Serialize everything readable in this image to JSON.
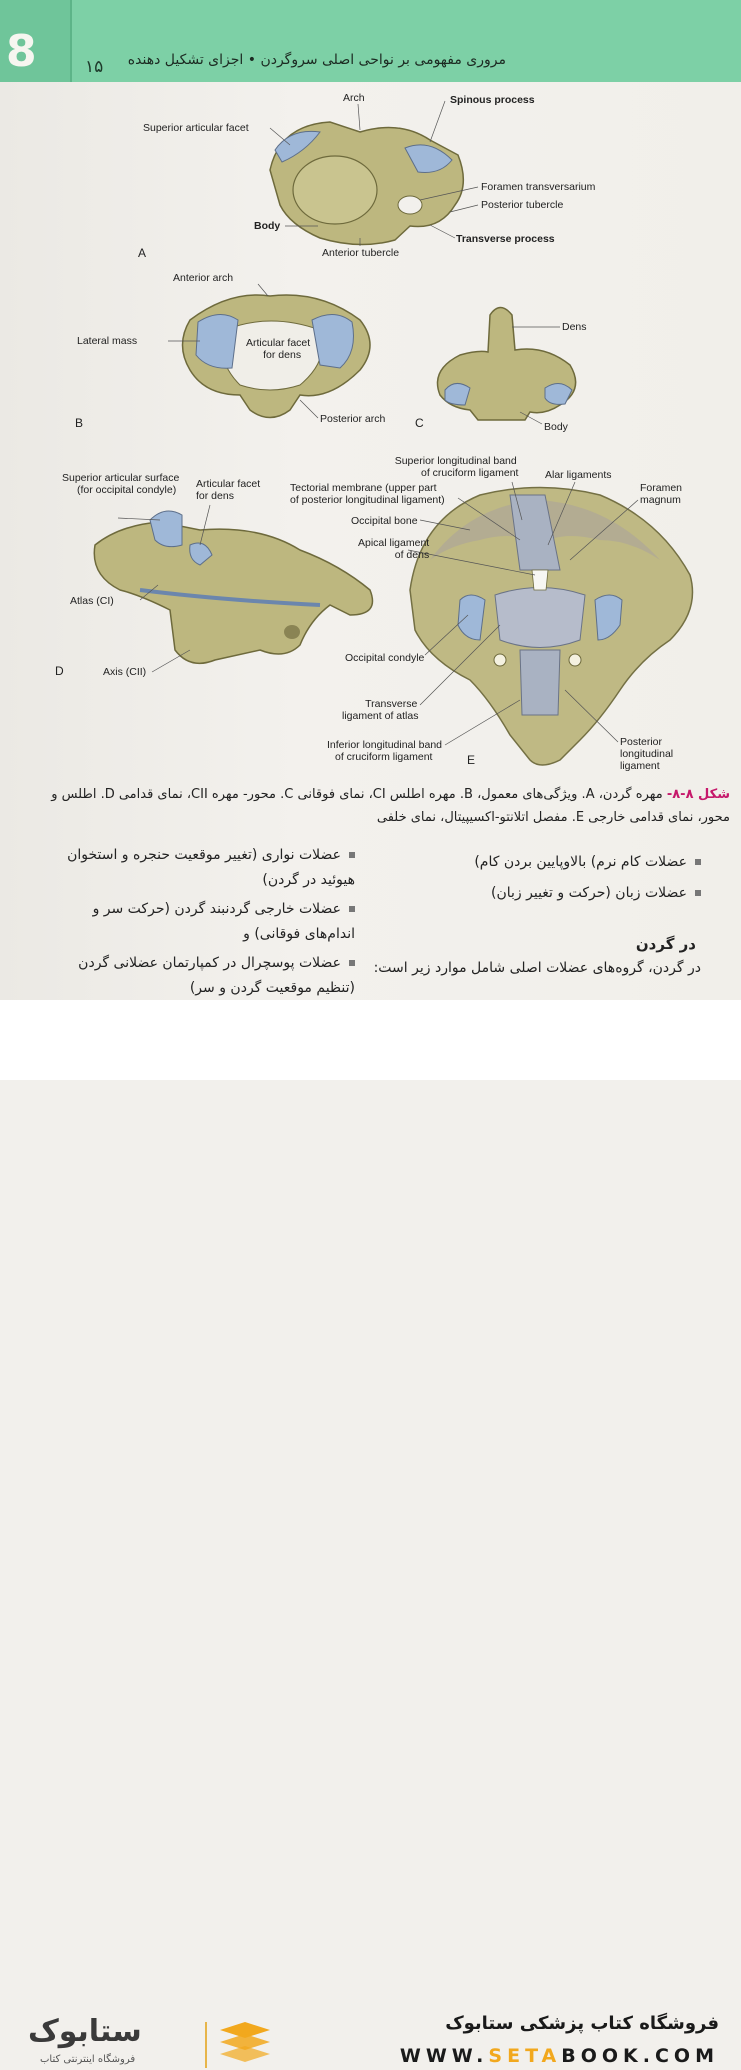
{
  "header": {
    "chapter_number": "8",
    "page_number": "۱۵",
    "running_title": "مروری مفهومی بر نواحی اصلی سروگردن • اجزای تشکیل دهنده"
  },
  "figure": {
    "panels": {
      "a": "A",
      "b": "B",
      "c": "C",
      "d": "D",
      "e": "E"
    },
    "labels_a": {
      "arch": "Arch",
      "spinous": "Spinous process",
      "sup_facet": "Superior articular facet",
      "foramen_trans": "Foramen transversarium",
      "post_tubercle": "Posterior tubercle",
      "body": "Body",
      "trans_process": "Transverse process",
      "ant_tubercle": "Anterior tubercle"
    },
    "labels_b": {
      "ant_arch": "Anterior arch",
      "lateral_mass": "Lateral mass",
      "facet_dens_1": "Articular facet",
      "facet_dens_2": "for dens",
      "post_arch": "Posterior arch"
    },
    "labels_c": {
      "dens": "Dens",
      "body": "Body"
    },
    "labels_d": {
      "sup_surface_1": "Superior articular surface",
      "sup_surface_2": "(for occipital condyle)",
      "facet_dens_1": "Articular facet",
      "facet_dens_2": "for dens",
      "atlas": "Atlas (CI)",
      "axis": "Axis (CII)"
    },
    "labels_e": {
      "sup_band_1": "Superior longitudinal band",
      "sup_band_2": "of cruciform ligament",
      "alar": "Alar ligaments",
      "tectorial_1": "Tectorial membrane (upper part",
      "tectorial_2": "of posterior longitudinal ligament)",
      "foramen_1": "Foramen",
      "foramen_2": "magnum",
      "occipital_bone": "Occipital bone",
      "apical_1": "Apical ligament",
      "apical_2": "of dens",
      "occ_condyle": "Occipital condyle",
      "transverse_1": "Transverse",
      "transverse_2": "ligament of atlas",
      "inf_band_1": "Inferior longitudinal band",
      "inf_band_2": "of cruciform ligament",
      "pll_1": "Posterior",
      "pll_2": "longitudinal",
      "pll_3": "ligament"
    }
  },
  "caption": {
    "label": "شکل ۸-۸-",
    "text": " مهره گردن، A. ویژگی‌های معمول، B. مهره اطلس CI، نمای فوقانی C. محور- مهره CII، نمای قدامی D. اطلس و محور، نمای قدامی خارجی E. مفصل اتلانتو-اکسیپیتال، نمای خلفی"
  },
  "bullets_right": [
    "عضلات کام نرم) بالاوپایین بردن کام)",
    "عضلات زبان (حرکت و تغییر زبان)"
  ],
  "bullets_left": [
    "عضلات نواری (تغییر موقعیت حنجره و استخوان هیوئید در گردن)",
    "عضلات خارجی گردنبند گردن (حرکت سر و اندام‌های فوقانی) و",
    "عضلات پوسچرال در کمپارتمان عضلانی گردن (تنظیم موقعیت گردن و سر)"
  ],
  "section": {
    "title": "در گردن",
    "body": "در گردن، گروه‌های عضلات اصلی شامل موارد زیر است:"
  },
  "footer": {
    "store_name": "فروشگاه کتاب پزشکی ستابوک",
    "url_pre": "WWW.",
    "url_hl": "SETA",
    "url_post": "BOOK.COM",
    "brand_logo": "ستابوک",
    "brand_tagline": "فروشگاه اینترنتی کتاب"
  },
  "colors": {
    "header_band": "#7dd0a6",
    "bone": "#bdb77f",
    "cartilage": "#9fb8d8",
    "caption_accent": "#c6196b",
    "url_accent": "#f2a81d"
  }
}
